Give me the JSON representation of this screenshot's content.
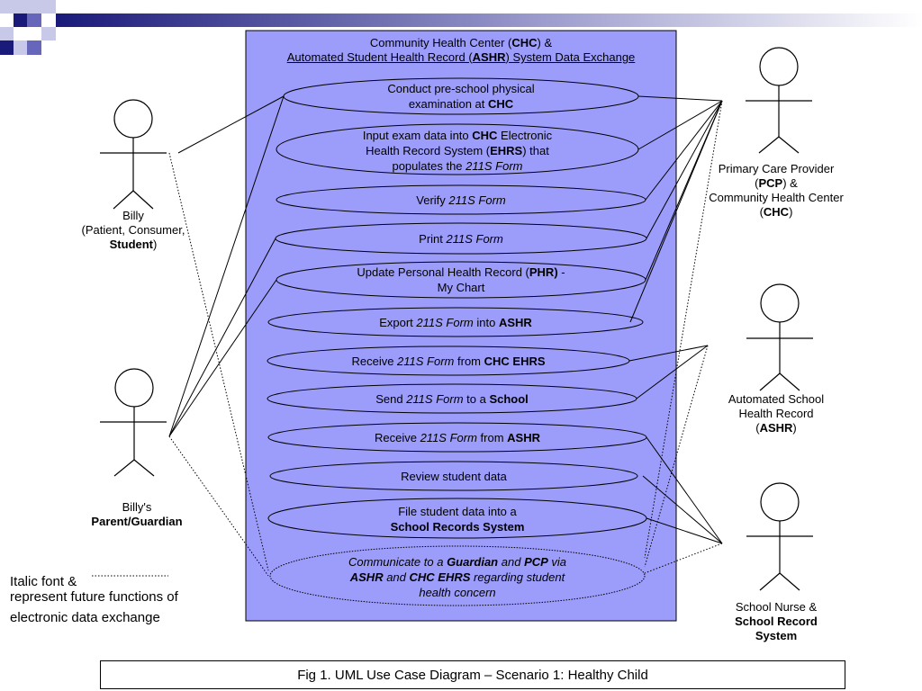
{
  "colors": {
    "system_fill": "#9c9cfa",
    "ellipse_fill": "#9c9cfa",
    "stroke": "#000000",
    "deco_dark": "#1a1a7a",
    "deco_mid": "#6666bb",
    "deco_light": "#c8c8e8"
  },
  "system": {
    "title_line1": [
      "Community Health Center (",
      "CHC",
      ") &"
    ],
    "title_line2": [
      "Automated Student Health Record (",
      "ASHR",
      ") System Data Exchange"
    ]
  },
  "use_cases": [
    {
      "lines": [
        [
          "Conduct pre-school physical"
        ],
        [
          "examination at ",
          "CHC"
        ]
      ]
    },
    {
      "lines": [
        [
          "Input exam data into ",
          "CHC",
          " Electronic"
        ],
        [
          "Health Record System (",
          "EHRS",
          ") that"
        ],
        [
          "populates the ",
          "211S Form"
        ]
      ]
    },
    {
      "lines": [
        [
          "Verify ",
          "211S Form"
        ]
      ]
    },
    {
      "lines": [
        [
          "Print ",
          "211S Form"
        ]
      ]
    },
    {
      "lines": [
        [
          "Update Personal Health Record (",
          "PHR)",
          " -"
        ],
        [
          "My Chart"
        ]
      ]
    },
    {
      "lines": [
        [
          "Export ",
          "211S Form",
          " into ",
          "ASHR"
        ]
      ]
    },
    {
      "lines": [
        [
          "Receive ",
          "211S Form",
          " from ",
          "CHC EHRS"
        ]
      ]
    },
    {
      "lines": [
        [
          "Send ",
          "211S Form",
          " to a ",
          "School"
        ]
      ]
    },
    {
      "lines": [
        [
          "Receive ",
          "211S Form",
          " from ",
          "ASHR"
        ]
      ]
    },
    {
      "lines": [
        [
          "Review student data"
        ]
      ]
    },
    {
      "lines": [
        [
          "File student data into a"
        ],
        [
          "School Records System"
        ]
      ]
    },
    {
      "lines": [
        [
          "Communicate to a ",
          "Guardian",
          "  and ",
          "PCP",
          "  via"
        ],
        [
          "ASHR",
          " and ",
          "CHC EHRS",
          " regarding student"
        ],
        [
          "health concern"
        ]
      ]
    }
  ],
  "actors": {
    "billy": [
      "Billy",
      "(Patient, Consumer,",
      "Student",
      ")"
    ],
    "guardian": [
      "Billy's",
      "Parent/Guardian"
    ],
    "pcp": [
      "Primary Care Provider",
      "(",
      "PCP",
      ") &",
      "Community Health Center",
      "(",
      "CHC",
      ")"
    ],
    "ashr": [
      "Automated School",
      "Health Record",
      "(",
      "ASHR",
      ")"
    ],
    "nurse": [
      "School Nurse &",
      "School Record",
      "System"
    ]
  },
  "legend": {
    "line1": "Italic font &",
    "line2": "represent future functions of",
    "line3": "electronic data exchange"
  },
  "caption": "Fig 1. UML Use Case Diagram – Scenario 1: Healthy Child"
}
